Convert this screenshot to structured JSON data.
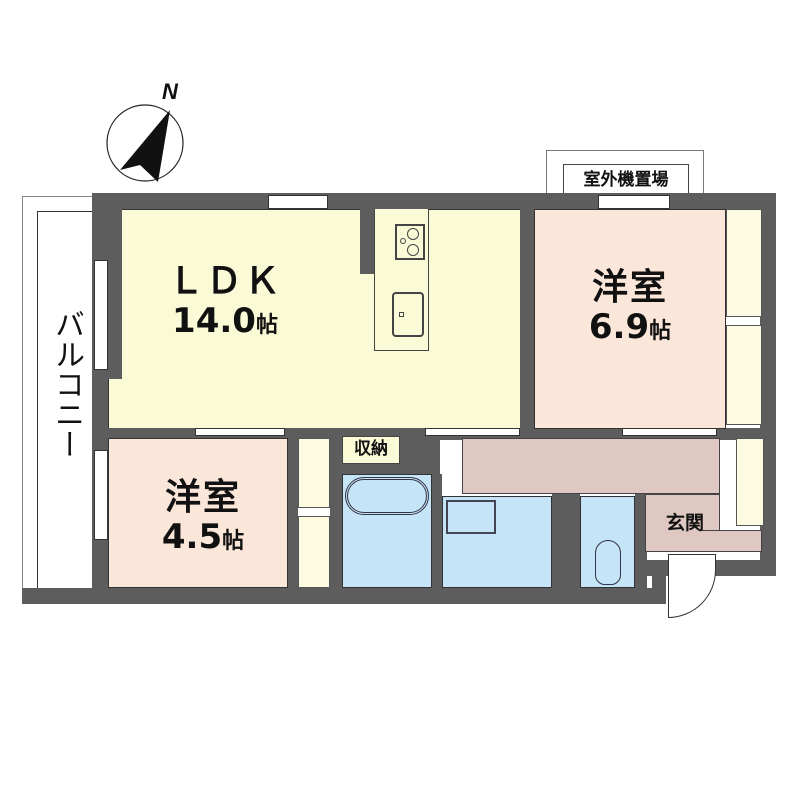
{
  "compass": {
    "label": "N",
    "icon": "north-arrow-icon"
  },
  "rooms": {
    "ldk": {
      "name": "ＬＤＫ",
      "size": "14.0",
      "unit": "帖",
      "color": "#fafad6"
    },
    "western_large": {
      "name": "洋室",
      "size": "6.9",
      "unit": "帖",
      "color": "#fbe7d9"
    },
    "western_small": {
      "name": "洋室",
      "size": "4.5",
      "unit": "帖",
      "color": "#fbe7d9"
    },
    "storage": {
      "name": "収納"
    },
    "entrance": {
      "name": "玄関",
      "color": "#dfc8c2"
    },
    "balcony": {
      "name": "バルコニー"
    },
    "outdoor_unit": {
      "name": "室外機置場"
    },
    "bathroom": {
      "color": "#c6e4f7"
    }
  },
  "colors": {
    "wall": "#5d5d5d",
    "ldk": "#fafad6",
    "western": "#fbe7d9",
    "hall": "#dfc8c2",
    "wet_area": "#c6e4f7",
    "closet": "#fcfae0"
  }
}
